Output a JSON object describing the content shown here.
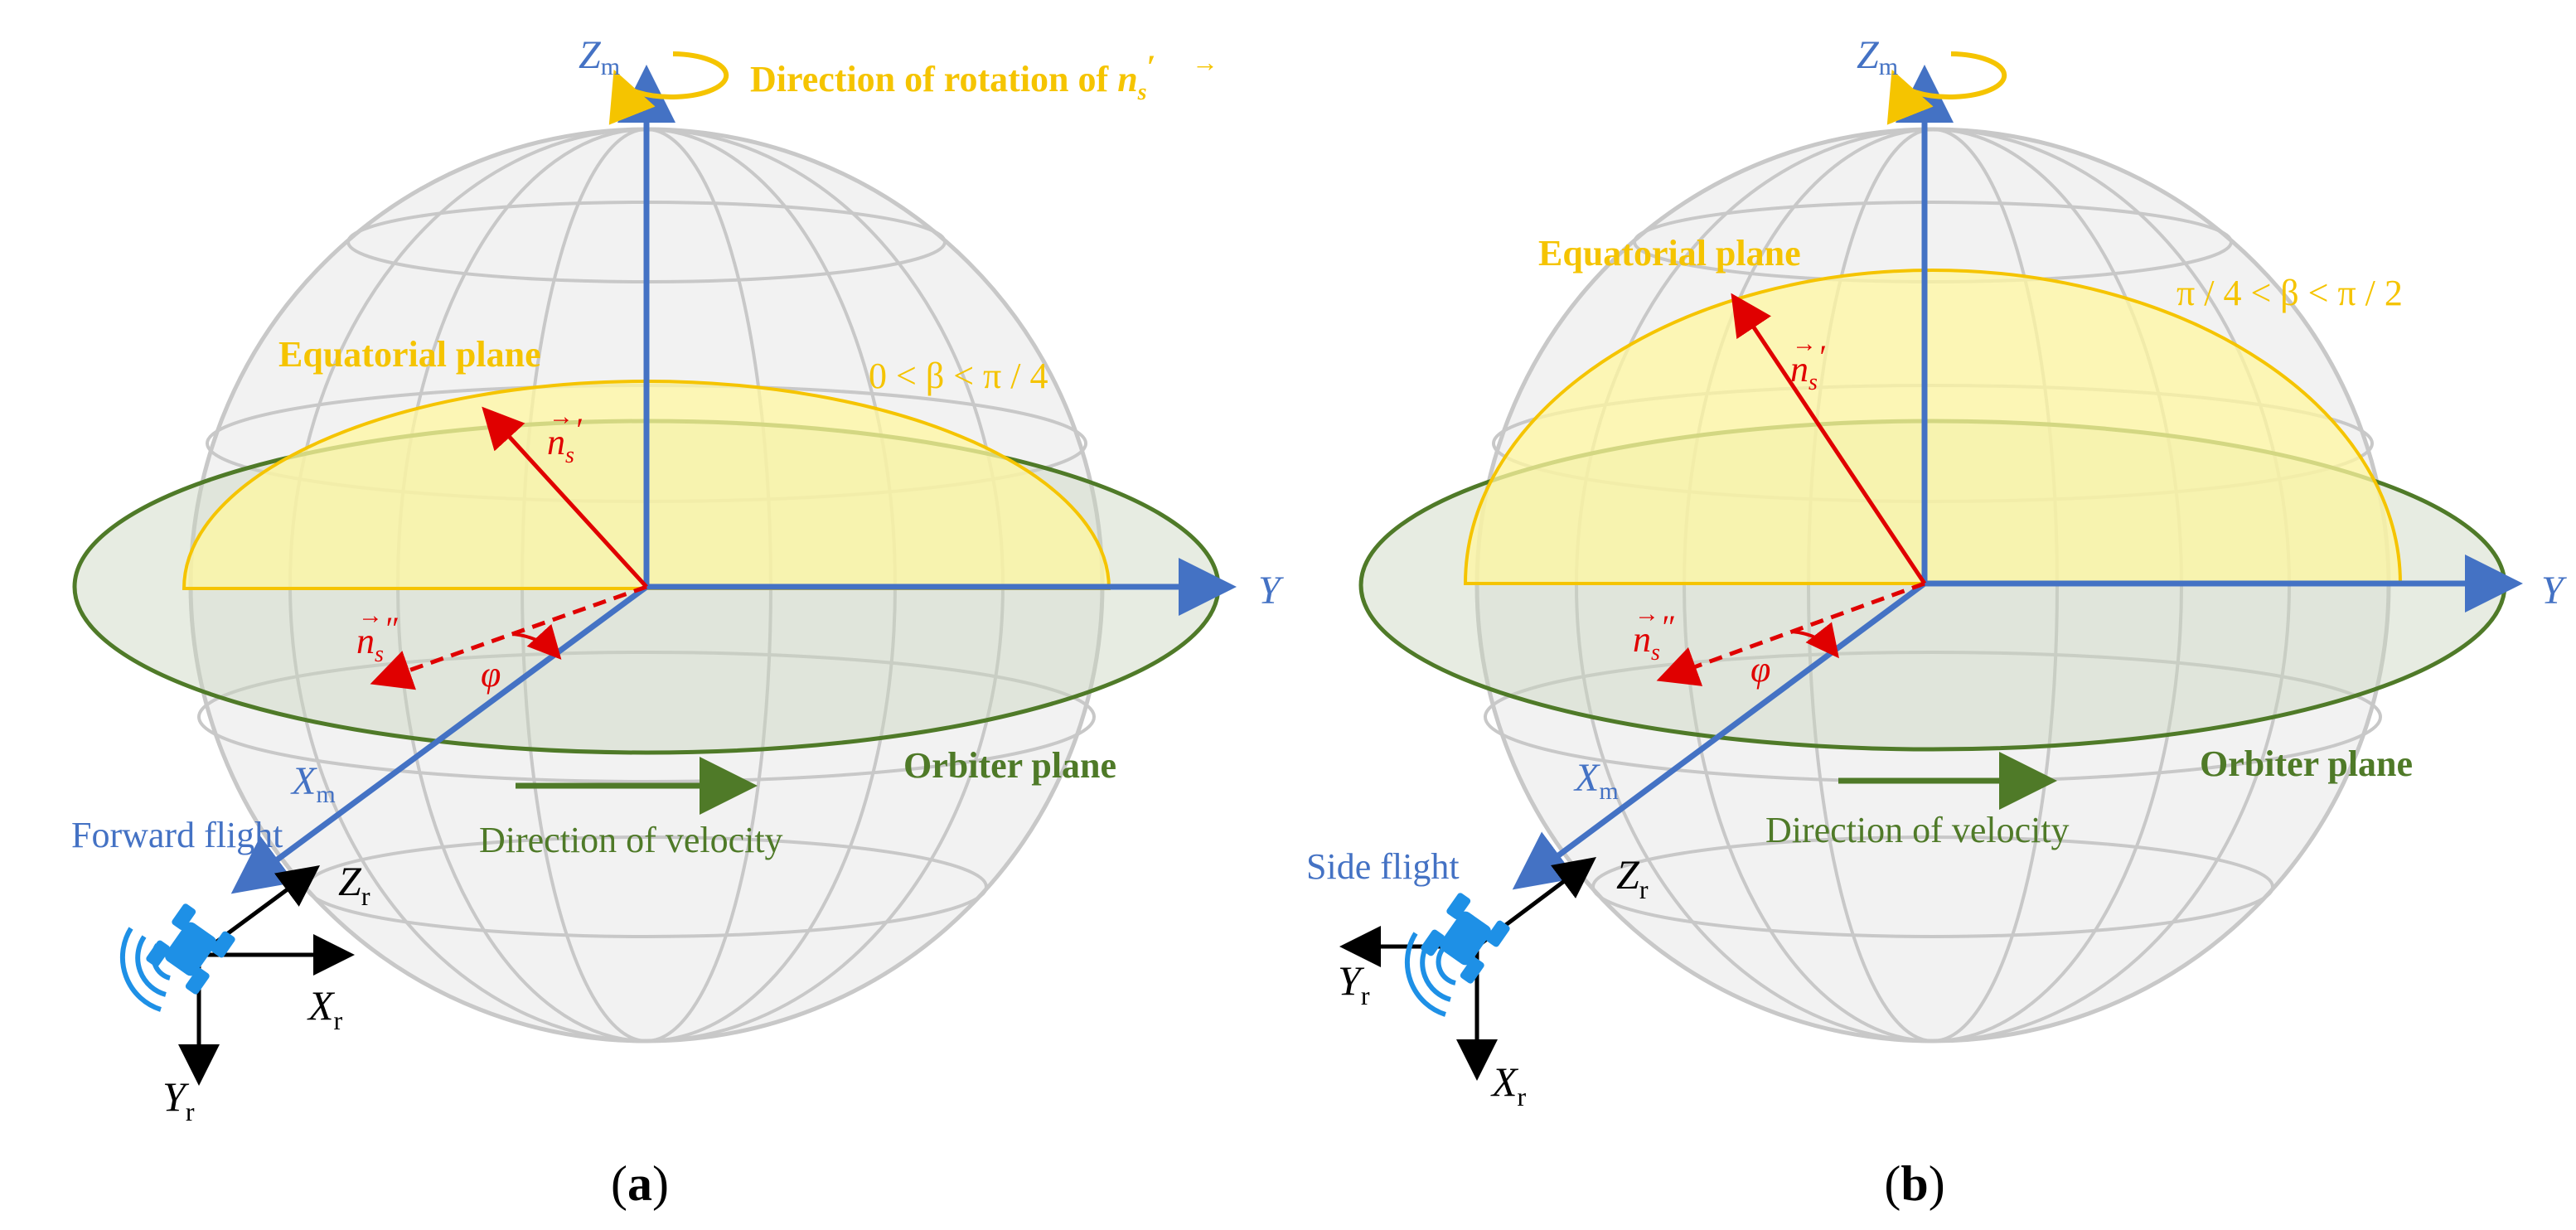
{
  "colors": {
    "axis_blue": "#4472c4",
    "yellow": "#f5c400",
    "yellow_fill": "#fff7a0",
    "green": "#4f7a28",
    "green_fill": "#c9d5bf",
    "red": "#e00000",
    "black": "#000000",
    "grid": "#c8c8c8",
    "sphere_fill": "#f2f2f2",
    "robot_blue": "#1e90e6"
  },
  "panels": [
    {
      "id": "a",
      "caption": "a",
      "z_axis": "Z",
      "z_sub": "m",
      "y_axis": "Y",
      "x_axis": "X",
      "x_sub": "m",
      "rotation_label": "Direction of rotation of",
      "equatorial_label": "Equatorial plane",
      "beta_range": "0 < β < π / 4",
      "n_prime_label": "n",
      "n_double_label": "n",
      "phi": "φ",
      "orbiter_label": "Orbiter plane",
      "velocity_label": "Direction of velocity",
      "flight_label": "Forward flight",
      "robot_axes": [
        {
          "letter": "Z",
          "sub": "r"
        },
        {
          "letter": "X",
          "sub": "r"
        },
        {
          "letter": "Y",
          "sub": "r"
        }
      ]
    },
    {
      "id": "b",
      "caption": "b",
      "z_axis": "Z",
      "z_sub": "m",
      "y_axis": "Y",
      "x_axis": "X",
      "x_sub": "m",
      "equatorial_label": "Equatorial plane",
      "beta_range": "π / 4 < β < π / 2",
      "n_prime_label": "n",
      "n_double_label": "n",
      "phi": "φ",
      "orbiter_label": "Orbiter plane",
      "velocity_label": "Direction of velocity",
      "flight_label": "Side flight",
      "robot_axes": [
        {
          "letter": "Z",
          "sub": "r"
        },
        {
          "letter": "Y",
          "sub": "r"
        },
        {
          "letter": "X",
          "sub": "r"
        }
      ]
    }
  ]
}
